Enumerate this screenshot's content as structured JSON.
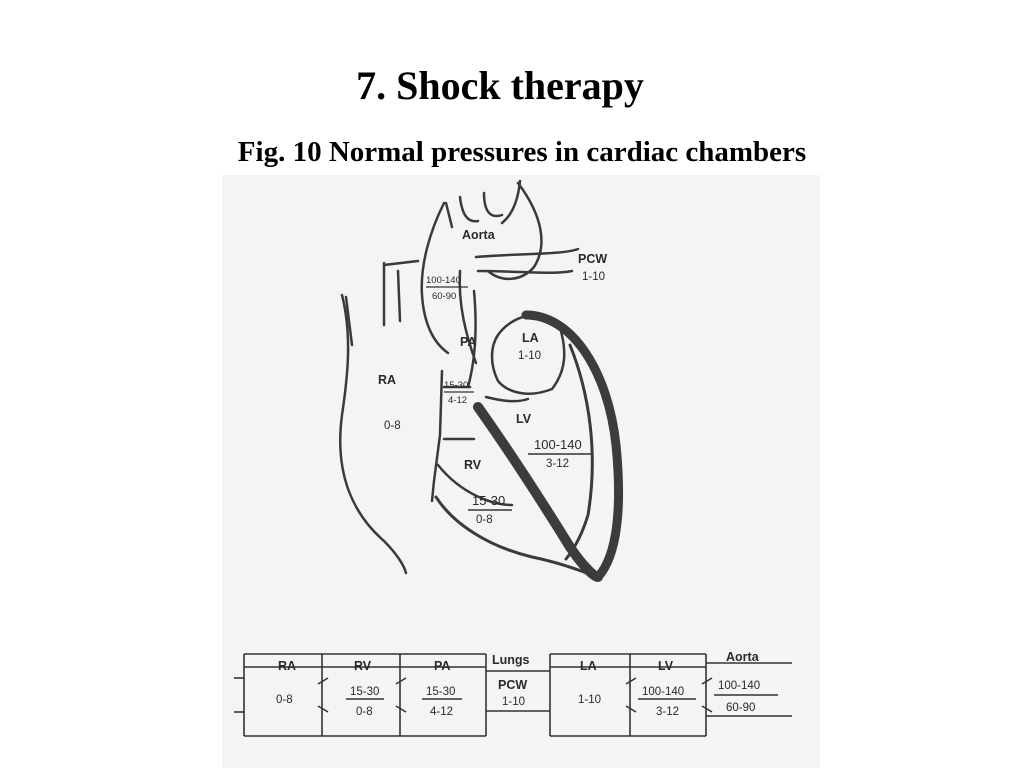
{
  "title": "7. Shock therapy",
  "subtitle": "Fig. 10  Normal pressures in cardiac chambers",
  "heart": {
    "aorta": "Aorta",
    "aorta_systolic": "100-140",
    "aorta_diastolic": "60-90",
    "pcw": "PCW",
    "pcw_value": "1-10",
    "la": "LA",
    "la_value": "1-10",
    "pa": "PA",
    "pa_systolic": "15-30",
    "pa_diastolic": "4-12",
    "ra": "RA",
    "ra_value": "0-8",
    "lv": "LV",
    "lv_systolic": "100-140",
    "lv_diastolic": "3-12",
    "rv": "RV",
    "rv_systolic": "15-30",
    "rv_diastolic": "0-8"
  },
  "flow": {
    "ra": "RA",
    "ra_value": "0-8",
    "rv": "RV",
    "rv_top": "15-30",
    "rv_bottom": "0-8",
    "pa": "PA",
    "pa_top": "15-30",
    "pa_bottom": "4-12",
    "lungs": "Lungs",
    "pcw": "PCW",
    "pcw_value": "1-10",
    "la": "LA",
    "la_value": "1-10",
    "lv": "LV",
    "lv_top": "100-140",
    "lv_bottom": "3-12",
    "aorta": "Aorta",
    "aorta_top": "100-140",
    "aorta_bottom": "60-90"
  }
}
